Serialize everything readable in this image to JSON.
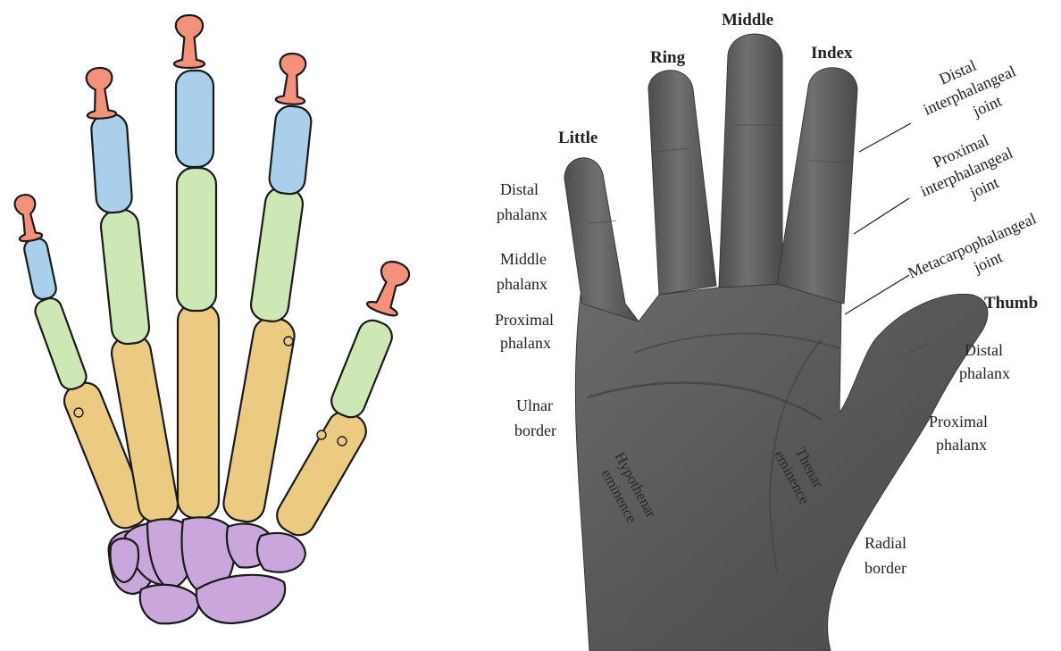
{
  "colors": {
    "distal": "#F4917A",
    "middle": "#A9CFEA",
    "proximal": "#CDE8B5",
    "metacarpal": "#EBCB82",
    "carpal": "#C9A6DB",
    "outline": "#1a1a1a",
    "skin": "#555555"
  },
  "fingers": {
    "little": "Little",
    "ring": "Ring",
    "middle": "Middle",
    "index": "Index",
    "thumb": "Thumb"
  },
  "left_labels": {
    "distal_phalanx": [
      "Distal",
      "phalanx"
    ],
    "middle_phalanx": [
      "Middle",
      "phalanx"
    ],
    "proximal_phalanx": [
      "Proximal",
      "phalanx"
    ],
    "ulnar_border": [
      "Ulnar",
      "border"
    ]
  },
  "right_labels": {
    "dip_joint": [
      "Distal",
      "interphalangeal",
      "joint"
    ],
    "pip_joint": [
      "Proximal",
      "interphalangeal",
      "joint"
    ],
    "mcp_joint": [
      "Metacarpophalangeal",
      "joint"
    ],
    "thumb_distal": [
      "Distal",
      "phalanx"
    ],
    "thumb_proximal": [
      "Proximal",
      "phalanx"
    ],
    "radial_border": [
      "Radial",
      "border"
    ]
  },
  "palm_labels": {
    "hypothenar": [
      "Hypothenar",
      "eminence"
    ],
    "thenar": [
      "Thenar",
      "eminence"
    ]
  }
}
